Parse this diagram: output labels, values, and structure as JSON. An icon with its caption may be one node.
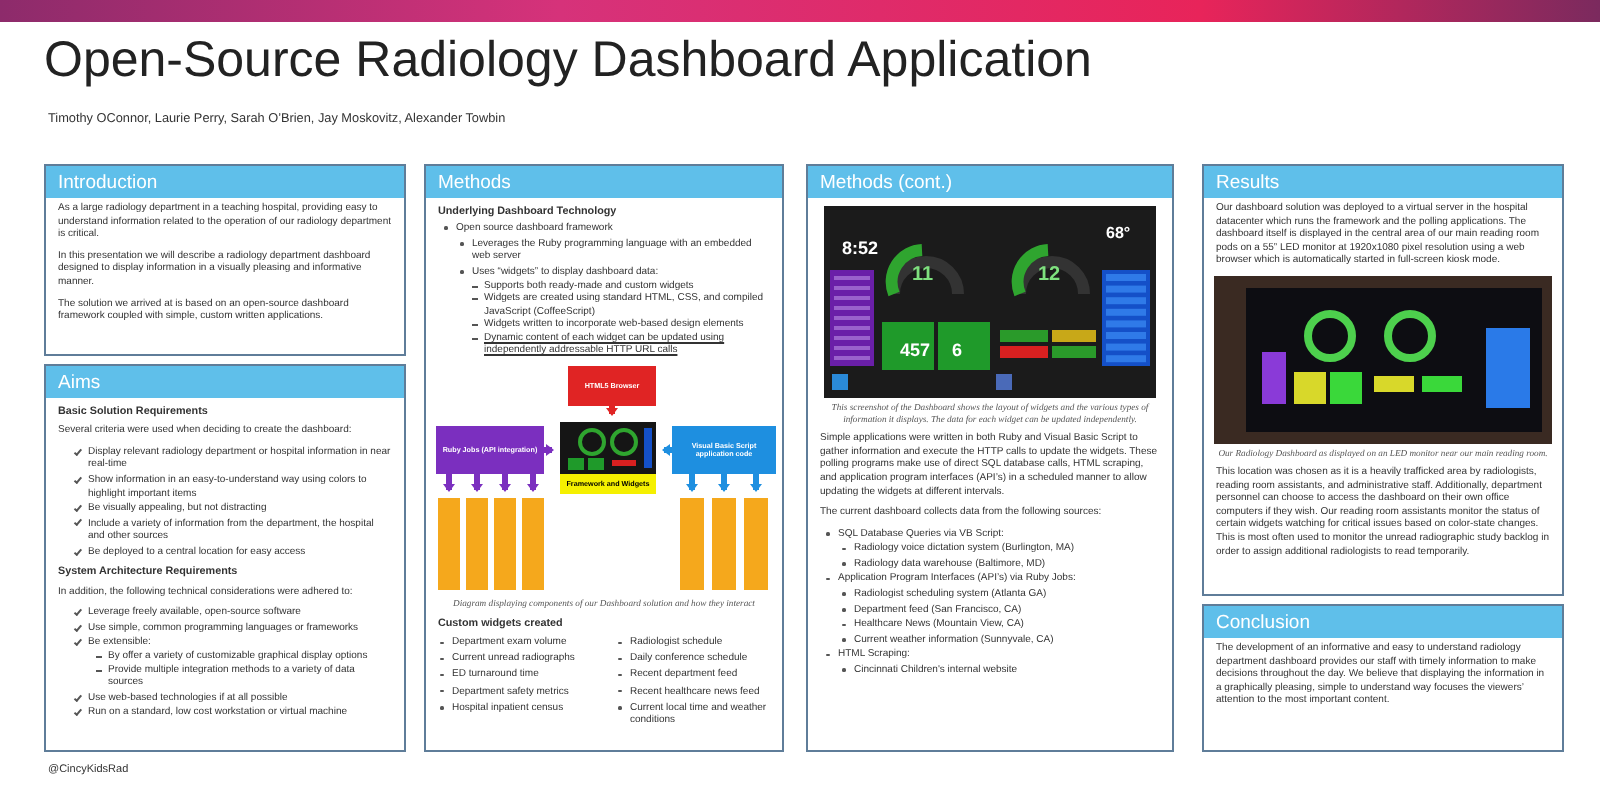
{
  "diagram": {
    "title": "Open-Source Radiology Dashboard Application",
    "nodes": [
      {
        "text": [
          "Introduction",
          "As a large radiology department in a teaching hospital, providing easy to understand information related to the operation of our radiology department is critical.",
          "In this presentation we will describe a radiology department dashboard designed to display information in a visually pleasing and informative manner.",
          "The solution we arrived at is based on an open-source dashboard framework coupled with simple, custom written applications."
        ]
      },
      {
        "text": [
          "Aims",
          "Basic Solution Requirements",
          "Several criteria were used when deciding to create the dashboard:",
          "Display relevant radiology department or hospital information in near real-time",
          "Show information in an easy-to-understand way using colors to highlight important items",
          "Be visually appealing, but not distracting",
          "Include a variety of information from the department, the hospital and other sources",
          "Be deployed to a central location for easy access",
          "System Architecture Requirements",
          "In addition, the following technical considerations were adhered to:",
          "Leverage freely available, open-source software",
          "Use simple, common programming languages or frameworks",
          "Be extensible:",
          "By offer a variety of customizable graphical display options",
          "Provide multiple integration methods to a variety of data sources",
          "Use web-based technologies if at all possible",
          "Run on a standard, low cost workstation or virtual machine"
        ]
      },
      {
        "text": [
          "Methods",
          "Underlying Dashboard Technology",
          "Open source dashboard framework",
          "Leverages the Ruby programming language with an embedded web server",
          "Uses “widgets” to display dashboard data:",
          "Supports both ready-made and custom widgets",
          "Widgets are created using standard HTML, CSS, and compiled JavaScript (CoffeeScript)",
          "Widgets written to incorporate web-based design elements",
          "Dynamic content of each widget can be updated using independently addressable HTTP URL calls",
          "Diagram displaying components of our Dashboard solution and how they interact",
          "Custom widgets created",
          "Department exam volume",
          "Current unread radiographs",
          "ED turnaround time",
          "Department safety metrics",
          "Hospital inpatient census",
          "Radiologist schedule",
          "Daily conference schedule",
          "Recent department feed",
          "Recent healthcare news feed",
          "Current local time and weather conditions"
        ]
      },
      {
        "text": [
          "HTML5 Browser"
        ],
        "in": 2
      },
      {
        "text": [
          "Ruby Jobs (API integration)"
        ],
        "in": 2
      },
      {
        "text": [
          "Framework and Widgets"
        ],
        "in": 2
      },
      {
        "text": [
          "Visual Basic Script application code"
        ],
        "in": 2
      },
      {
        "text": [],
        "shape": "bar",
        "in": 2
      },
      {
        "text": [],
        "shape": "bar",
        "in": 2
      },
      {
        "text": [],
        "shape": "bar",
        "in": 2
      },
      {
        "text": [],
        "shape": "bar",
        "in": 2
      },
      {
        "text": [],
        "shape": "bar",
        "in": 2
      },
      {
        "text": [],
        "shape": "bar",
        "in": 2
      },
      {
        "text": [],
        "shape": "bar",
        "in": 2
      },
      {
        "text": [
          "Methods (cont.)",
          "This screenshot of the Dashboard shows the layout of widgets and the various types of information it displays. The data for each widget can be updated independently.",
          "Simple applications were written in both Ruby and Visual Basic Script to gather information and execute the HTTP calls to update the widgets. These polling programs make use of direct SQL database calls, HTML scraping, and application program interfaces (API’s) in a scheduled manner to allow updating the widgets at different intervals.",
          "The current dashboard collects data from the following sources:",
          "SQL Database Queries via VB Script:",
          "Radiology voice dictation system (Burlington, MA)",
          "Radiology data warehouse (Baltimore, MD)",
          "Application Program Interfaces (API’s) via Ruby Jobs:",
          "Radiologist scheduling system (Atlanta GA)",
          "Department feed (San Francisco, CA)",
          "Healthcare News (Mountain View, CA)",
          "Current weather information (Sunnyvale, CA)",
          "HTML Scraping:",
          "Cincinnati Children's internal website"
        ]
      },
      {
        "text": [
          "Results",
          "Our dashboard solution was deployed to a virtual server in the hospital datacenter which runs the framework and the polling applications. The dashboard itself is displayed in the central area of our main reading room pods on a 55” LED monitor at 1920x1080 pixel resolution using a web browser which is automatically started in full-screen kiosk mode.",
          "Our Radiology Dashboard as displayed on an LED monitor near our main reading room.",
          "This location was chosen as it is a heavily trafficked area by radiologists, reading room assistants, and administrative staff. Additionally, department personnel can choose to access the dashboard on their own office computers if they wish. Our reading room assistants monitor the status of certain widgets watching for critical issues based on color-state changes. This is most often used to monitor the unread radiographic study backlog in order to assign additional radiologists to read temporarily."
        ]
      },
      {
        "text": [
          "Conclusion",
          "The development of an informative and easy to understand radiology department dashboard provides our staff with timely information to make decisions throughout the day. We believe that displaying the information in a graphically pleasing, simple to understand way focuses the viewers’ attention to the most important content."
        ]
      }
    ],
    "edges": [
      {
        "from": 3,
        "to": 5,
        "arrow": "to",
        "color": "#e02424"
      },
      {
        "from": 4,
        "to": 5,
        "arrow": "to"
      },
      {
        "from": 6,
        "to": 5,
        "arrow": "to",
        "color": "#1e8fe0"
      },
      {
        "from": 4,
        "to": 7,
        "arrow": "to"
      },
      {
        "from": 4,
        "to": 8,
        "arrow": "to"
      },
      {
        "from": 4,
        "to": 9,
        "arrow": "to"
      },
      {
        "from": 4,
        "to": 10,
        "arrow": "to"
      },
      {
        "from": 6,
        "to": 11,
        "arrow": "to",
        "color": "#1e8fe0"
      },
      {
        "from": 6,
        "to": 12,
        "arrow": "to",
        "color": "#1e8fe0"
      },
      {
        "from": 6,
        "to": 13,
        "arrow": "to",
        "color": "#1e8fe0"
      }
    ],
    "labels": [
      "Timothy OConnor, Laurie Perry, Sarah O’Brien, Jay Moskovitz, Alexander Towbin",
      "8:52",
      "11",
      "12",
      "457",
      "6",
      "68°",
      "@CincyKidsRad"
    ]
  }
}
